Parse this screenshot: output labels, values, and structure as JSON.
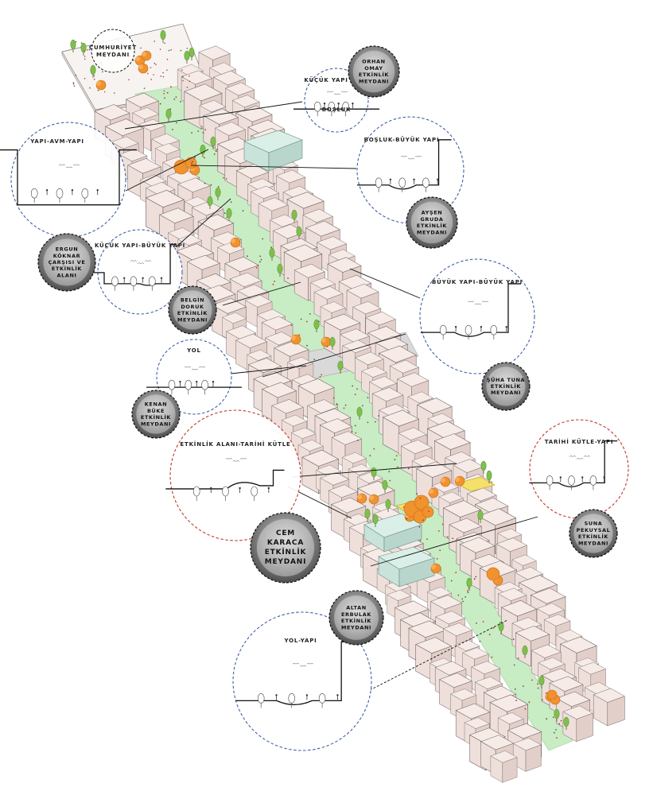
{
  "plaza": {
    "name_line1": "CUMHURİYET",
    "name_line2": "MEYDANI"
  },
  "sections": [
    {
      "key": "kucuk_yapi_bosluk",
      "title": "KÜÇÜK YAPI",
      "subtitle": "BOŞLUK",
      "ring": "#3f5fa6"
    },
    {
      "key": "yapi_avm_yapi",
      "title": "YAPI-AVM-YAPI",
      "ring": "#3f5fa6"
    },
    {
      "key": "bosluk_buyuk_yapi",
      "title": "BOŞLUK-BÜYÜK YAPI",
      "ring": "#3f5fa6"
    },
    {
      "key": "kucuk_yapi_buyuk_yapi",
      "title": "KÜÇÜK YAPI-BÜYÜK YAPI",
      "ring": "#3f5fa6"
    },
    {
      "key": "buyuk_yapi_buyuk_yapi",
      "title": "BÜYÜK YAPI-BÜYÜK YAPI",
      "ring": "#3f5fa6"
    },
    {
      "key": "yol",
      "title": "YOL",
      "ring": "#3f5fa6"
    },
    {
      "key": "etkinlik_alani_tarihi_kutle",
      "title": "ETKİNLİK ALANI-TARİHİ KÜTLE",
      "ring": "#c0392b"
    },
    {
      "key": "tarihi_kutle_yapi",
      "title": "TARİHİ KÜTLE-YAPI",
      "ring": "#c0392b"
    },
    {
      "key": "yol_yapi",
      "title": "YOL-YAPI",
      "ring": "#3f5fa6"
    }
  ],
  "portraits": [
    {
      "key": "orhan_omay",
      "lines": [
        "ORHAN",
        "OMAY",
        "ETKİNLİK",
        "MEYDANI"
      ]
    },
    {
      "key": "aysen_gruda",
      "lines": [
        "AYŞEN",
        "GRUDA",
        "ETKİNLİK",
        "MEYDANI"
      ]
    },
    {
      "key": "ergun_koknar",
      "lines": [
        "ERGUN",
        "KÖKNAR",
        "ÇARŞISI VE",
        "ETKİNLİK",
        "ALANI"
      ]
    },
    {
      "key": "belgin_doruk",
      "lines": [
        "BELGİN",
        "DORUK",
        "ETKİNLİK",
        "MEYDANI"
      ]
    },
    {
      "key": "suha_tuna",
      "lines": [
        "ŞÜHA TUNA",
        "ETKİNLİK",
        "MEYDANI"
      ]
    },
    {
      "key": "kenan_buke",
      "lines": [
        "KENAN",
        "BÜKE",
        "ETKİNLİK",
        "MEYDANI"
      ]
    },
    {
      "key": "cem_karaca",
      "lines": [
        "CEM",
        "KARACA",
        "ETKİNLİK",
        "MEYDANI"
      ]
    },
    {
      "key": "suna_pekuysal",
      "lines": [
        "SUNA",
        "PEKUYSAL",
        "ETKİNLİK",
        "MEYDANI"
      ]
    },
    {
      "key": "altan_erbulak",
      "lines": [
        "ALTAN",
        "ERBULAK",
        "ETKİNLİK",
        "MEYDANI"
      ]
    }
  ],
  "colors": {
    "corridor": "#c8ecc4",
    "tree_orange": "#f0922e",
    "tree_green": "#7fbf4d",
    "building_top": "#f6ebe7",
    "building_side": "#e3cfca",
    "historic_mass": "#cfe7e0",
    "blue_ring": "#3f5fa6",
    "red_ring": "#c0392b",
    "portrait_grey": "#8c8c8c"
  }
}
